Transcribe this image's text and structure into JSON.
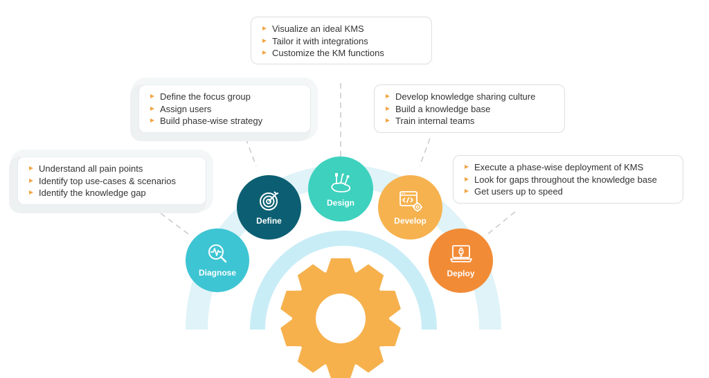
{
  "colors": {
    "diagnose": "#3ec5d3",
    "define": "#0c5f72",
    "design": "#3dd1be",
    "develop": "#f6b24f",
    "deploy": "#f28b36",
    "gear": "#f6b14d",
    "arc_outer": "#dff3f8",
    "arc_inner": "#c9edf6",
    "bullet": "#f2a542",
    "connector": "#c9ccd0"
  },
  "phases": [
    {
      "key": "diagnose",
      "label": "Diagnose",
      "icon": "pulse-search-icon",
      "items": [
        "Understand all pain points",
        "Identify top use-cases & scenarios",
        "Identify the knowledge gap"
      ]
    },
    {
      "key": "define",
      "label": "Define",
      "icon": "target-arrow-icon",
      "items": [
        "Define the focus group",
        "Assign users",
        "Build phase-wise strategy"
      ]
    },
    {
      "key": "design",
      "label": "Design",
      "icon": "brush-palette-icon",
      "items": [
        "Visualize an ideal KMS",
        "Tailor it with integrations",
        "Customize the KM functions"
      ]
    },
    {
      "key": "develop",
      "label": "Develop",
      "icon": "code-gear-icon",
      "items": [
        "Develop knowledge sharing culture",
        "Build a  knowledge base",
        "Train internal teams"
      ]
    },
    {
      "key": "deploy",
      "label": "Deploy",
      "icon": "laptop-rocket-icon",
      "items": [
        "Execute a phase-wise deployment of KMS",
        "Look for gaps throughout the knowledge base",
        "Get users up to speed"
      ]
    }
  ]
}
